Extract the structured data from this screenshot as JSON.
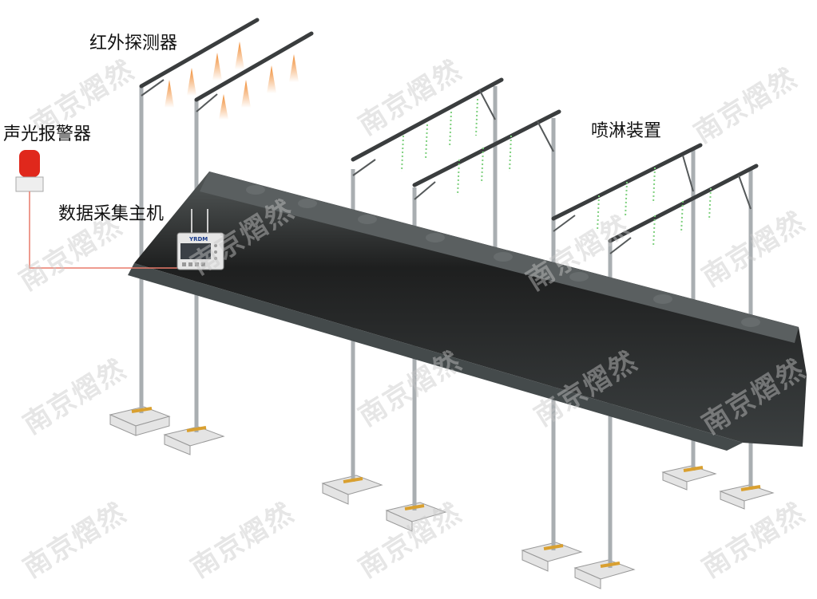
{
  "labels": {
    "infrared_detector": "红外探测器",
    "alarm": "声光报警器",
    "data_host": "数据采集主机",
    "sprinkler": "喷淋装置"
  },
  "device_brand": "YRDM",
  "watermark": "南京熠然",
  "colors": {
    "belt": "#2a2b2b",
    "frame": "#b9bdc0",
    "rail": "#3a3d3e",
    "alarm": "#e0281c",
    "wire": "#e87a6a",
    "spray": "#7ed07e",
    "flame": "#f5a050"
  }
}
